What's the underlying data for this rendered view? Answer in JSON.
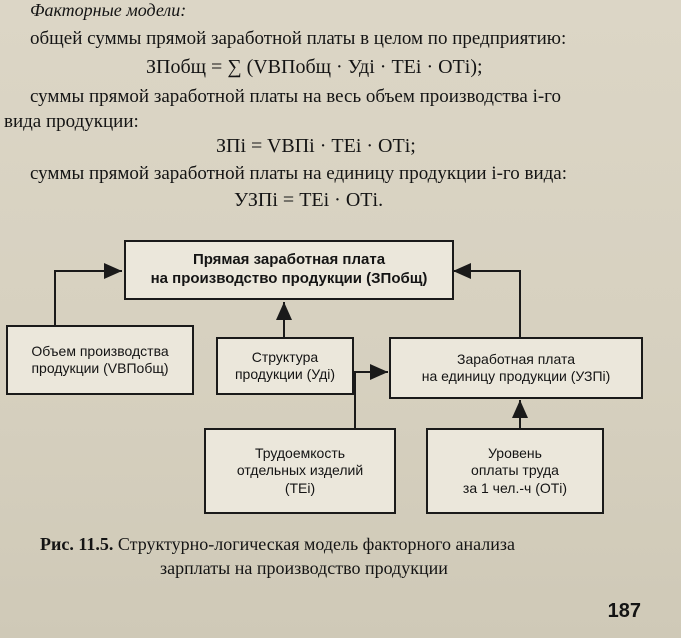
{
  "header": {
    "models_title": "Факторные модели:"
  },
  "lines": {
    "l1": "общей суммы прямой заработной платы в целом по предприятию:",
    "f1": "ЗПобщ = ∑ (VВПобщ · Удi · ТЕi · ОТi);",
    "l2": "суммы прямой заработной платы на весь объем производства i-го",
    "l3": "вида продукции:",
    "f2": "ЗПi = VВПi · ТЕi · ОТi;",
    "l4": "суммы прямой заработной платы на единицу продукции i-го вида:",
    "f3": "УЗПi = ТЕi · ОТi."
  },
  "diagram": {
    "main_line1": "Прямая заработная плата",
    "main_line2": "на производство продукции (ЗПобщ)",
    "volume_line1": "Объем производства",
    "volume_line2": "продукции (VВПобщ)",
    "structure_line1": "Структура",
    "structure_line2": "продукции (Удi)",
    "wage_line1": "Заработная плата",
    "wage_line2": "на единицу продукции (УЗПi)",
    "labor_line1": "Трудоемкость",
    "labor_line2": "отдельных изделий",
    "labor_line3": "(ТЕi)",
    "pay_line1": "Уровень",
    "pay_line2": "оплаты труда",
    "pay_line3": "за 1 чел.-ч (ОТi)"
  },
  "caption": {
    "fig": "Рис. 11.5.",
    "text1": "Структурно-логическая модель факторного анализа",
    "text2": "зарплаты на производство продукции"
  },
  "page_number": "187"
}
